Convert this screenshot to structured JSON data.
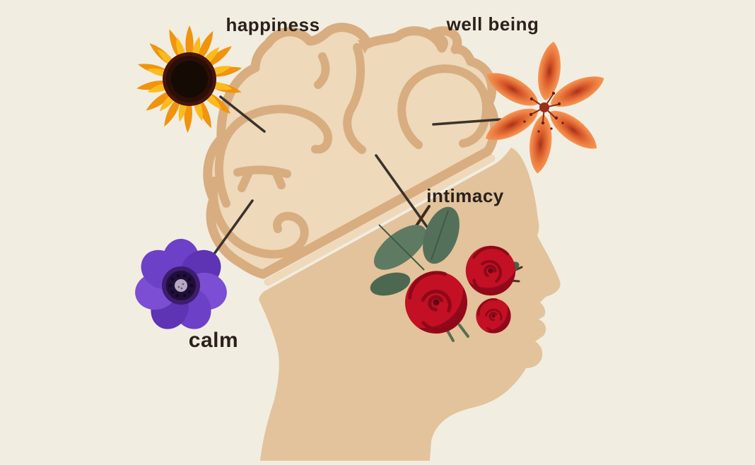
{
  "diagram": {
    "type": "labeled-illustration",
    "subject": "Human head profile with sketched brain; flowers mark emotions linked to brain regions",
    "background_color": "#f2ede1",
    "head_color": "#e2c39b",
    "brain_fill_color": "#eed9ba",
    "brain_outline_color": "#d8ad80",
    "connector_color": "#3a322c",
    "label_color": "#2a211c",
    "labels": [
      {
        "text": "happiness",
        "flower": "sunflower",
        "flower_colors": [
          "#f5a117",
          "#1a0c05"
        ]
      },
      {
        "text": "well being",
        "flower": "orange-lily",
        "flower_colors": [
          "#ec7c40",
          "#a33318"
        ]
      },
      {
        "text": "intimacy",
        "flower": "red-roses",
        "flower_colors": [
          "#c31024",
          "#5f7a63"
        ]
      },
      {
        "text": "calm",
        "flower": "purple-anemone",
        "flower_colors": [
          "#6d40c8",
          "#200f38"
        ]
      }
    ]
  }
}
